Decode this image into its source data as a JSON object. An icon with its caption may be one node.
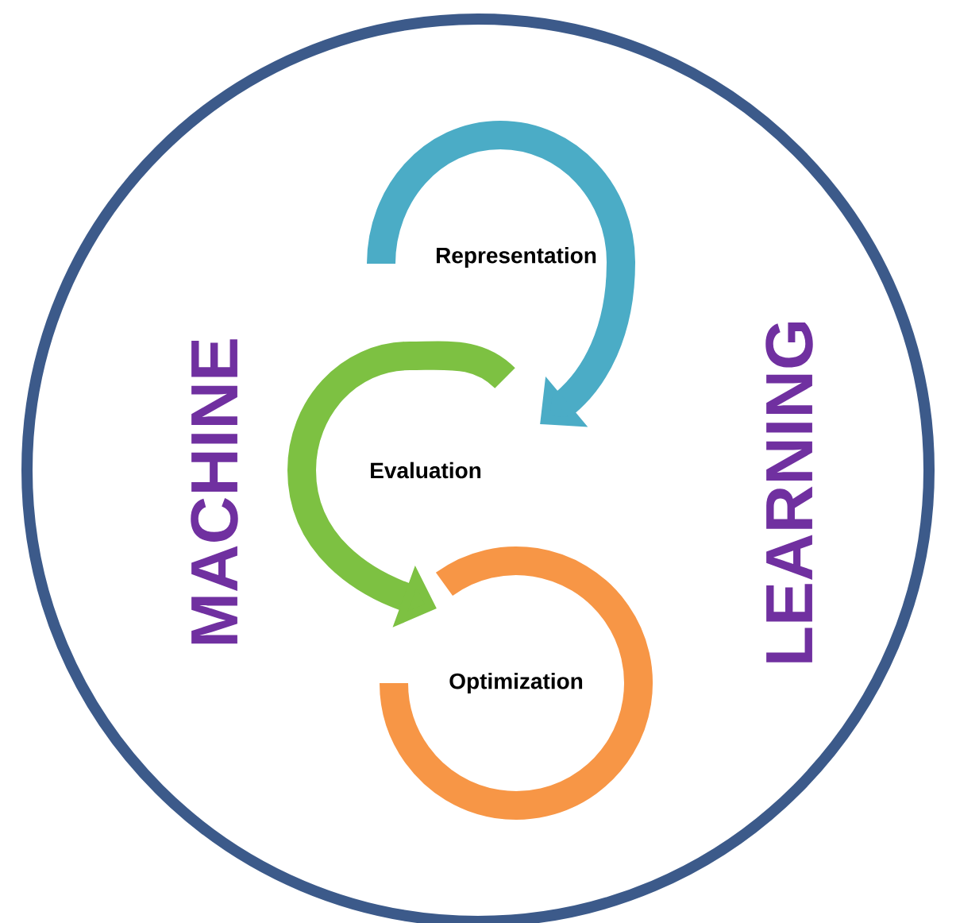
{
  "diagram": {
    "nodes": [
      {
        "text": [
          "MACHINE",
          "LEARNING"
        ]
      },
      {
        "text": [
          "Representation"
        ],
        "in": 0
      },
      {
        "text": [
          "Evaluation"
        ],
        "in": 0
      },
      {
        "text": [
          "Optimization"
        ],
        "in": 0
      }
    ],
    "edges": [
      {
        "from": 1,
        "to": 2,
        "arrow": "to",
        "color": "#4bacc6"
      },
      {
        "from": 2,
        "to": 3,
        "arrow": "to",
        "color": "#7dc142"
      },
      {
        "from": 3,
        "to": 3,
        "arrow": "none",
        "color": "#f79646"
      }
    ]
  }
}
